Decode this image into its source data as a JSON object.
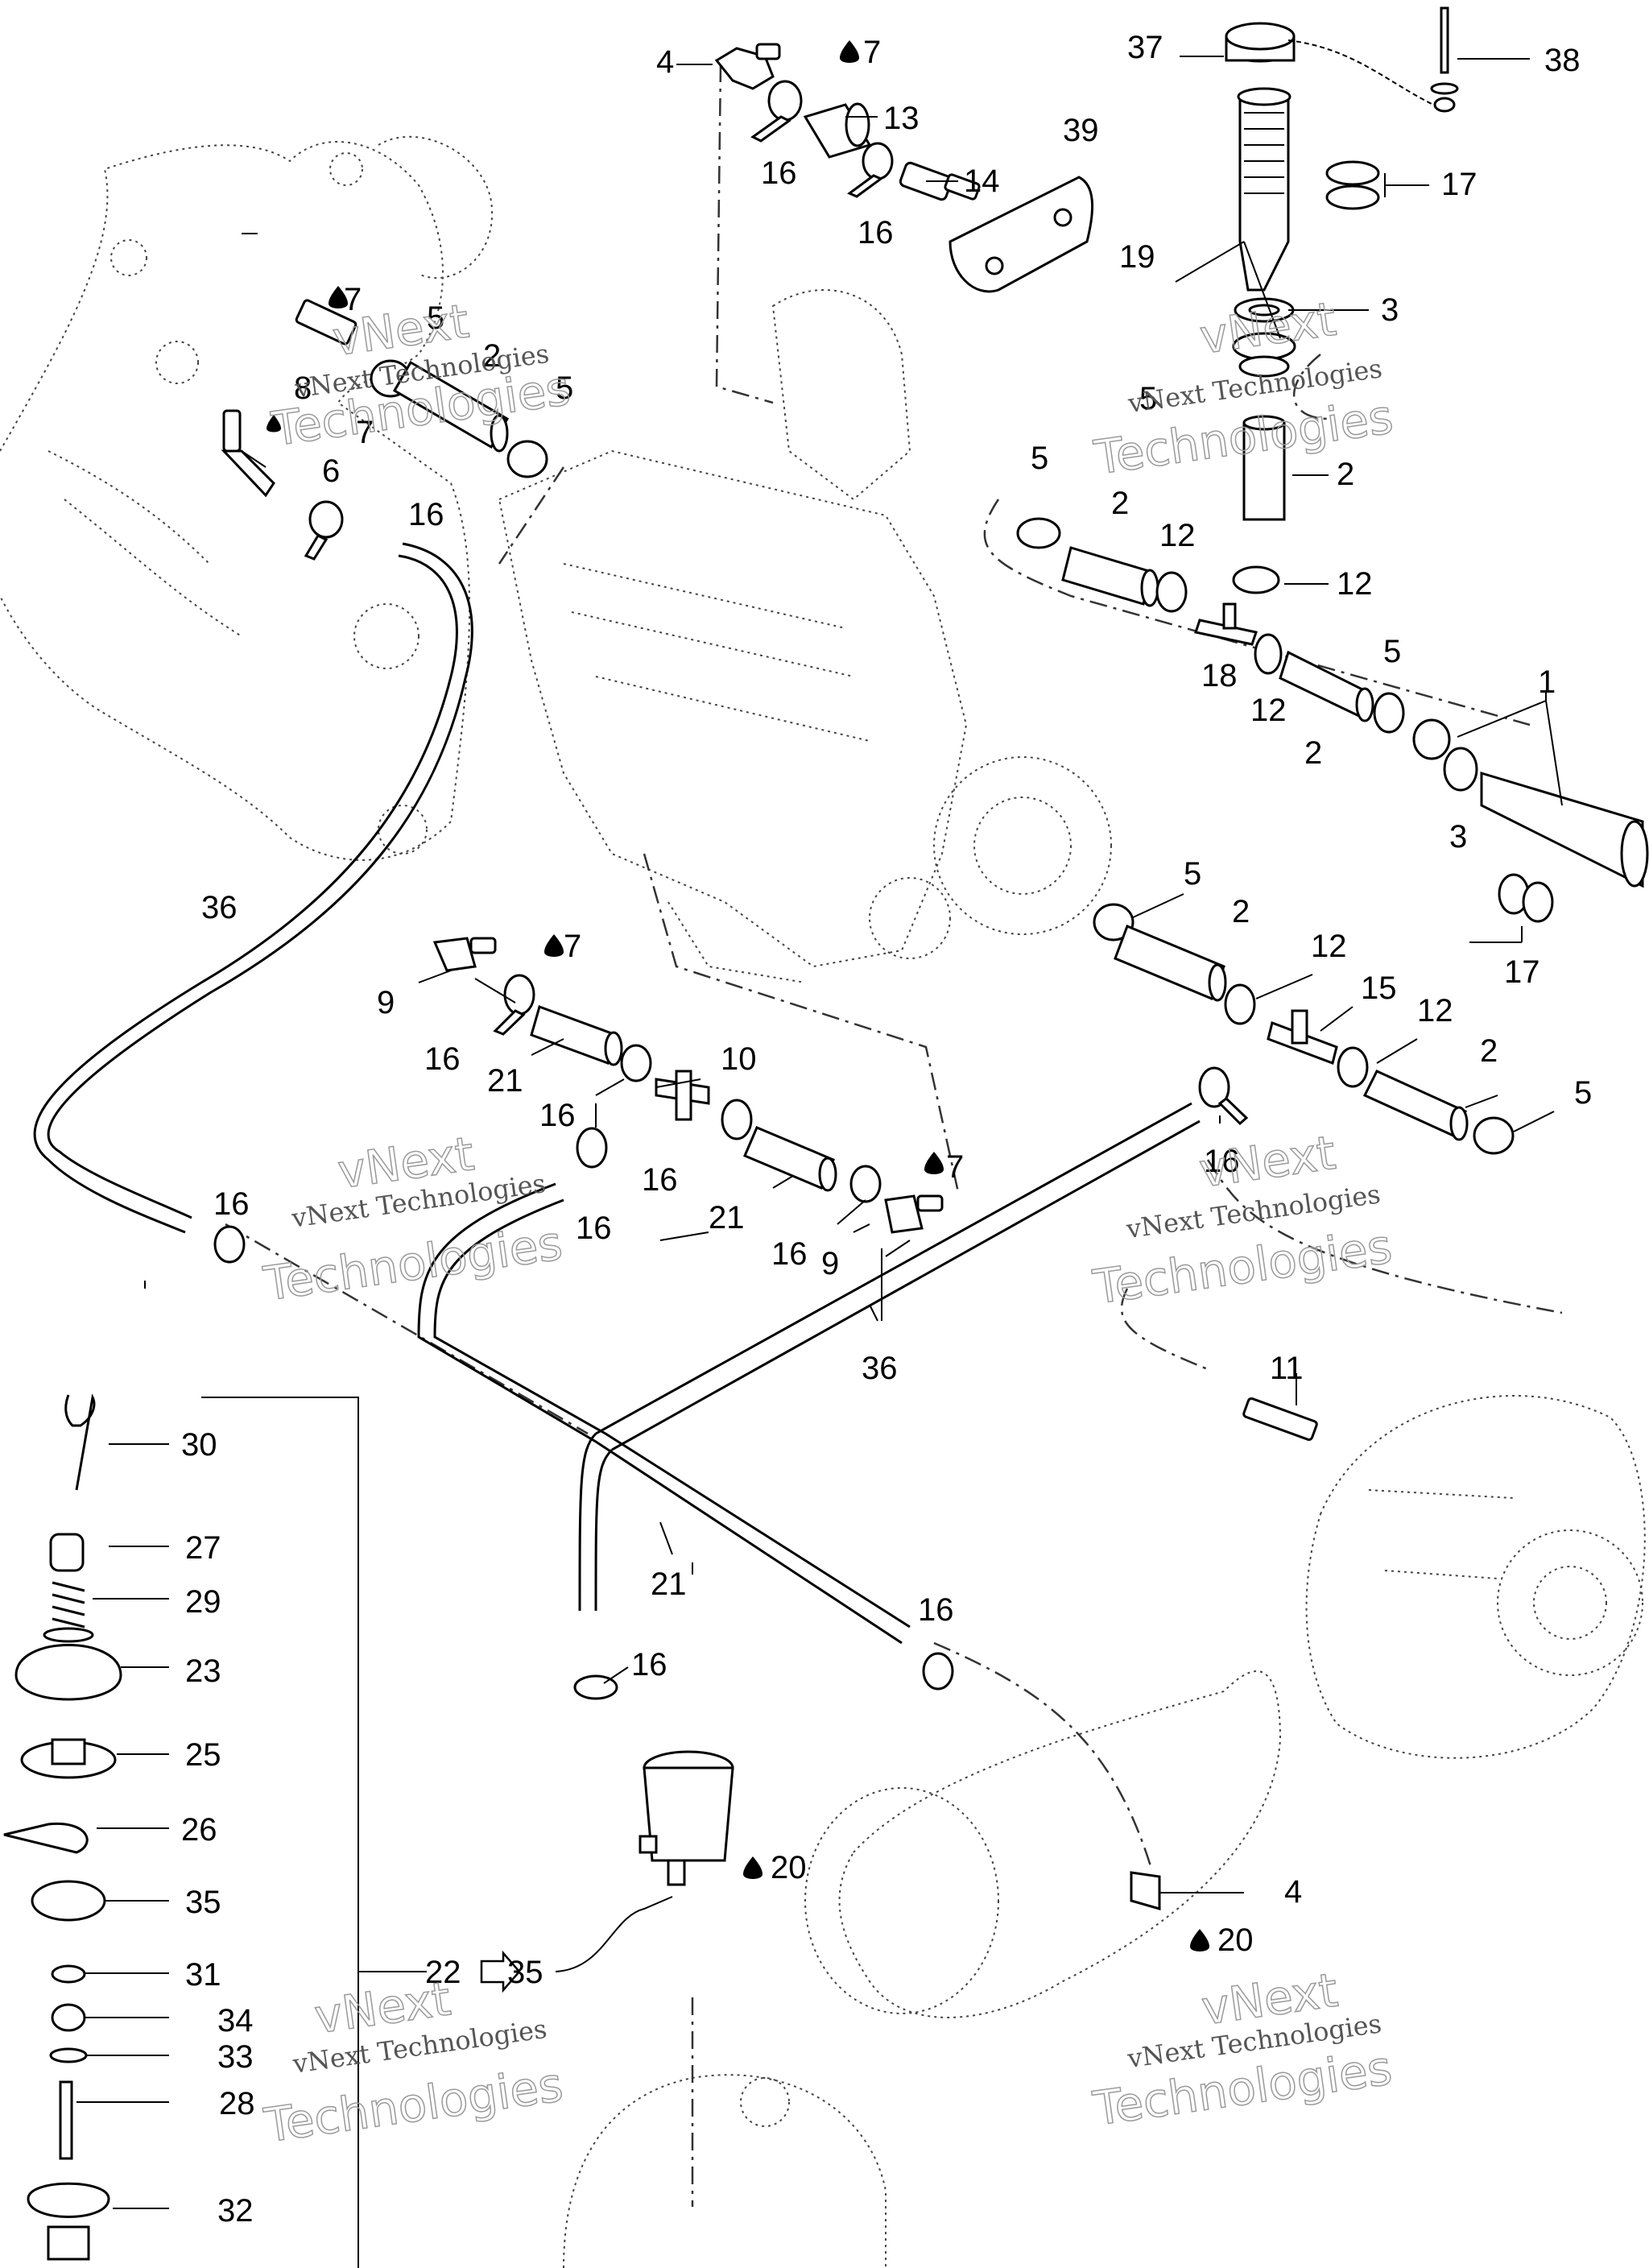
{
  "callouts": {
    "c1": "1",
    "c2a": "2",
    "c2b": "2",
    "c2c": "2",
    "c2d": "2",
    "c2e": "2",
    "c2f": "2",
    "c3a": "3",
    "c3b": "3",
    "c4a": "4",
    "c4b": "4",
    "c5a": "5",
    "c5b": "5",
    "c5c": "5",
    "c5d": "5",
    "c5e": "5",
    "c5f": "5",
    "c5g": "5",
    "c6": "6",
    "c7a": "7",
    "c7b": "7",
    "c7c": "7",
    "c7d": "7",
    "c7e": "7",
    "c8": "8",
    "c9a": "9",
    "c9b": "9",
    "c10": "10",
    "c11": "11",
    "c12a": "12",
    "c12b": "12",
    "c12c": "12",
    "c12d": "12",
    "c12e": "12",
    "c13": "13",
    "c14": "14",
    "c15": "15",
    "c16a": "16",
    "c16b": "16",
    "c16c": "16",
    "c16d": "16",
    "c16e": "16",
    "c16f": "16",
    "c16g": "16",
    "c16h": "16",
    "c16i": "16",
    "c16j": "16",
    "c16k": "16",
    "c16l": "16",
    "c17a": "17",
    "c17b": "17",
    "c18": "18",
    "c19": "19",
    "c20a": "20",
    "c20b": "20",
    "c21a": "21",
    "c21b": "21",
    "c21c": "21",
    "c22": "22",
    "c35arrow": "35",
    "c23": "23",
    "c25": "25",
    "c26": "26",
    "c27": "27",
    "c28": "28",
    "c29": "29",
    "c30": "30",
    "c31": "31",
    "c32": "32",
    "c33": "33",
    "c34": "34",
    "c35": "35",
    "c36a": "36",
    "c36b": "36",
    "c37": "37",
    "c38": "38",
    "c39": "39"
  },
  "watermark": {
    "line1": "vNext",
    "line2": "vNext Technologies",
    "line3": "Technologies"
  },
  "icons": {
    "drop": "oil-drop-icon",
    "arrow": "hollow-arrow-icon"
  }
}
